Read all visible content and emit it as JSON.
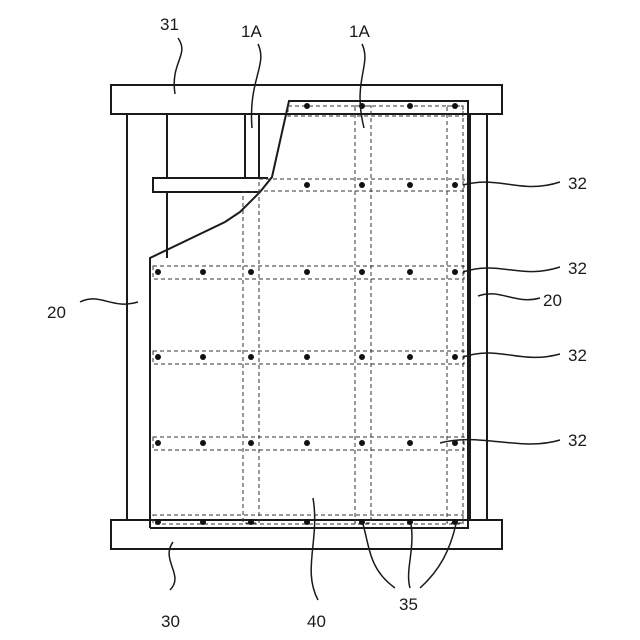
{
  "labels": {
    "frame_top": "31",
    "frame_bottom": "30",
    "post_left": "20",
    "post_right": "20",
    "panel": "40",
    "marker_left": "1A",
    "marker_right": "1A",
    "rails": [
      "32",
      "32",
      "32",
      "32"
    ],
    "fasteners": "35"
  },
  "colors": {
    "line": "#1a1a1a",
    "background": "#ffffff"
  }
}
